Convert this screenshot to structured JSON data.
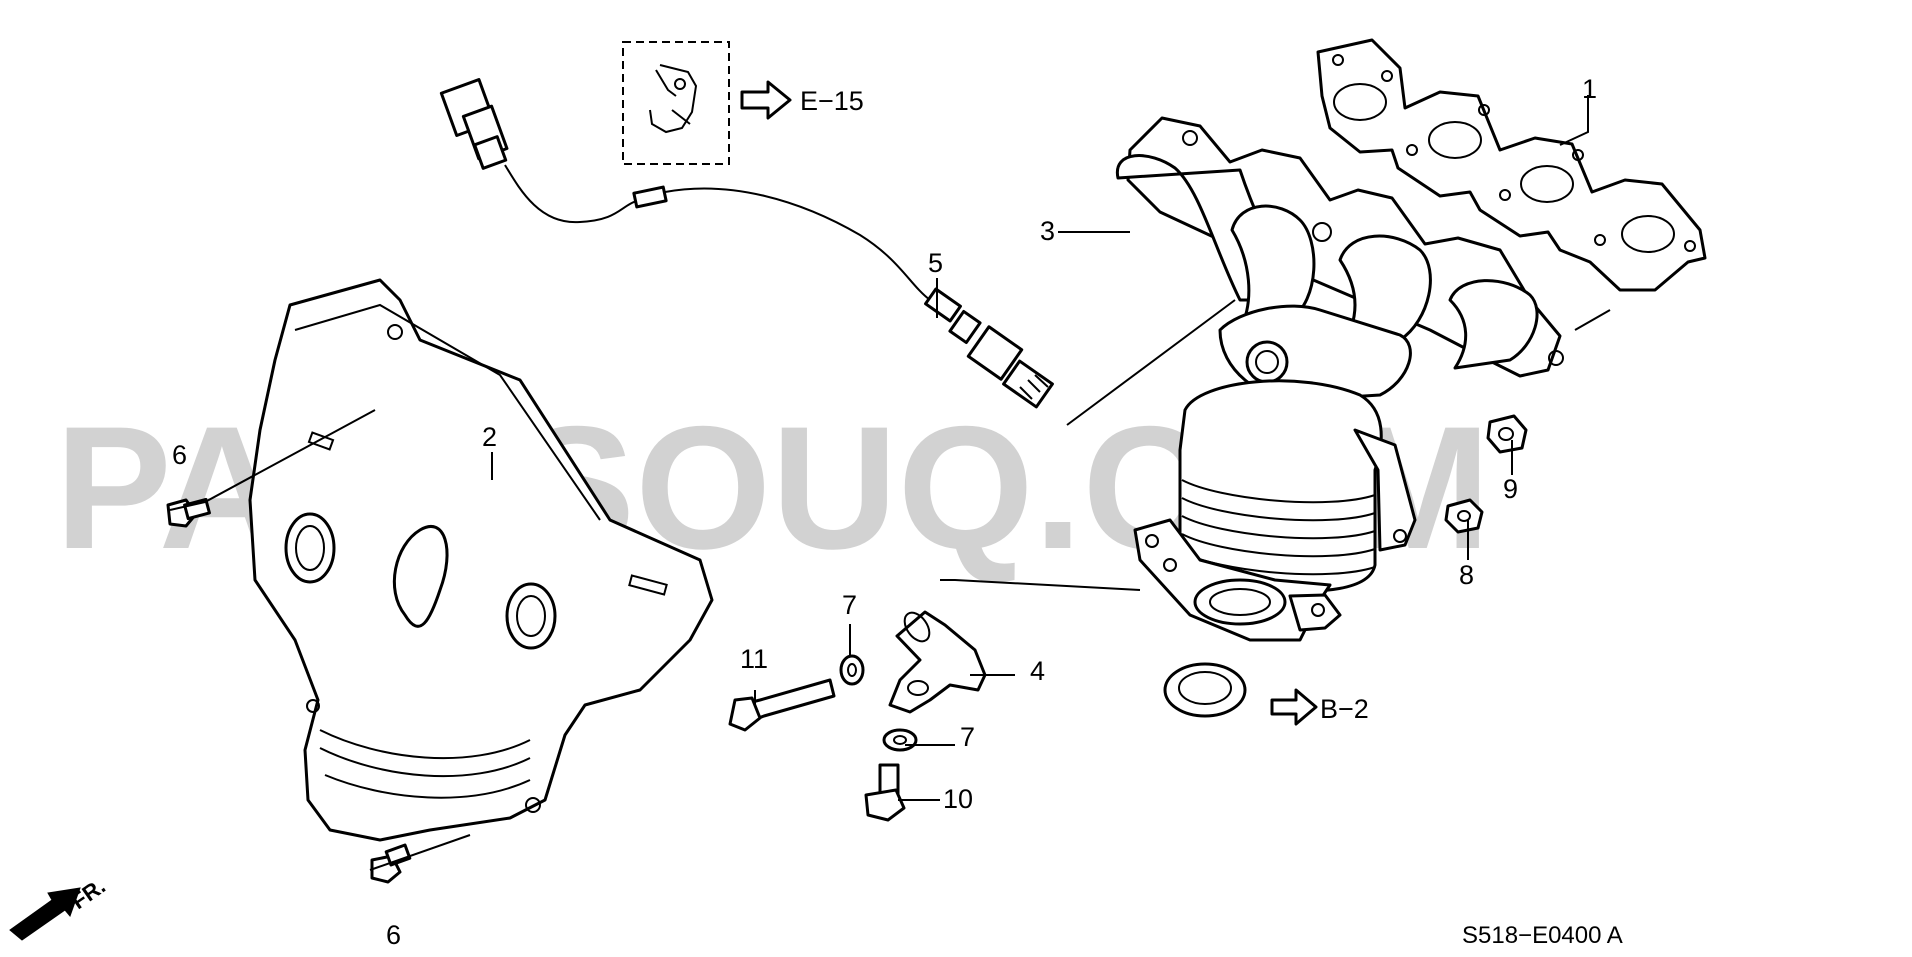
{
  "watermark": "PARTSOUQ.COM",
  "callouts": {
    "c1": "1",
    "c2": "2",
    "c3": "3",
    "c4": "4",
    "c5": "5",
    "c6a": "6",
    "c6b": "6",
    "c7a": "7",
    "c7b": "7",
    "c8": "8",
    "c9": "9",
    "c10": "10",
    "c11": "11"
  },
  "references": {
    "e15": "E−15",
    "b2": "B−2"
  },
  "diagram_code": "S518−E0400 A",
  "front_marker": "FR."
}
